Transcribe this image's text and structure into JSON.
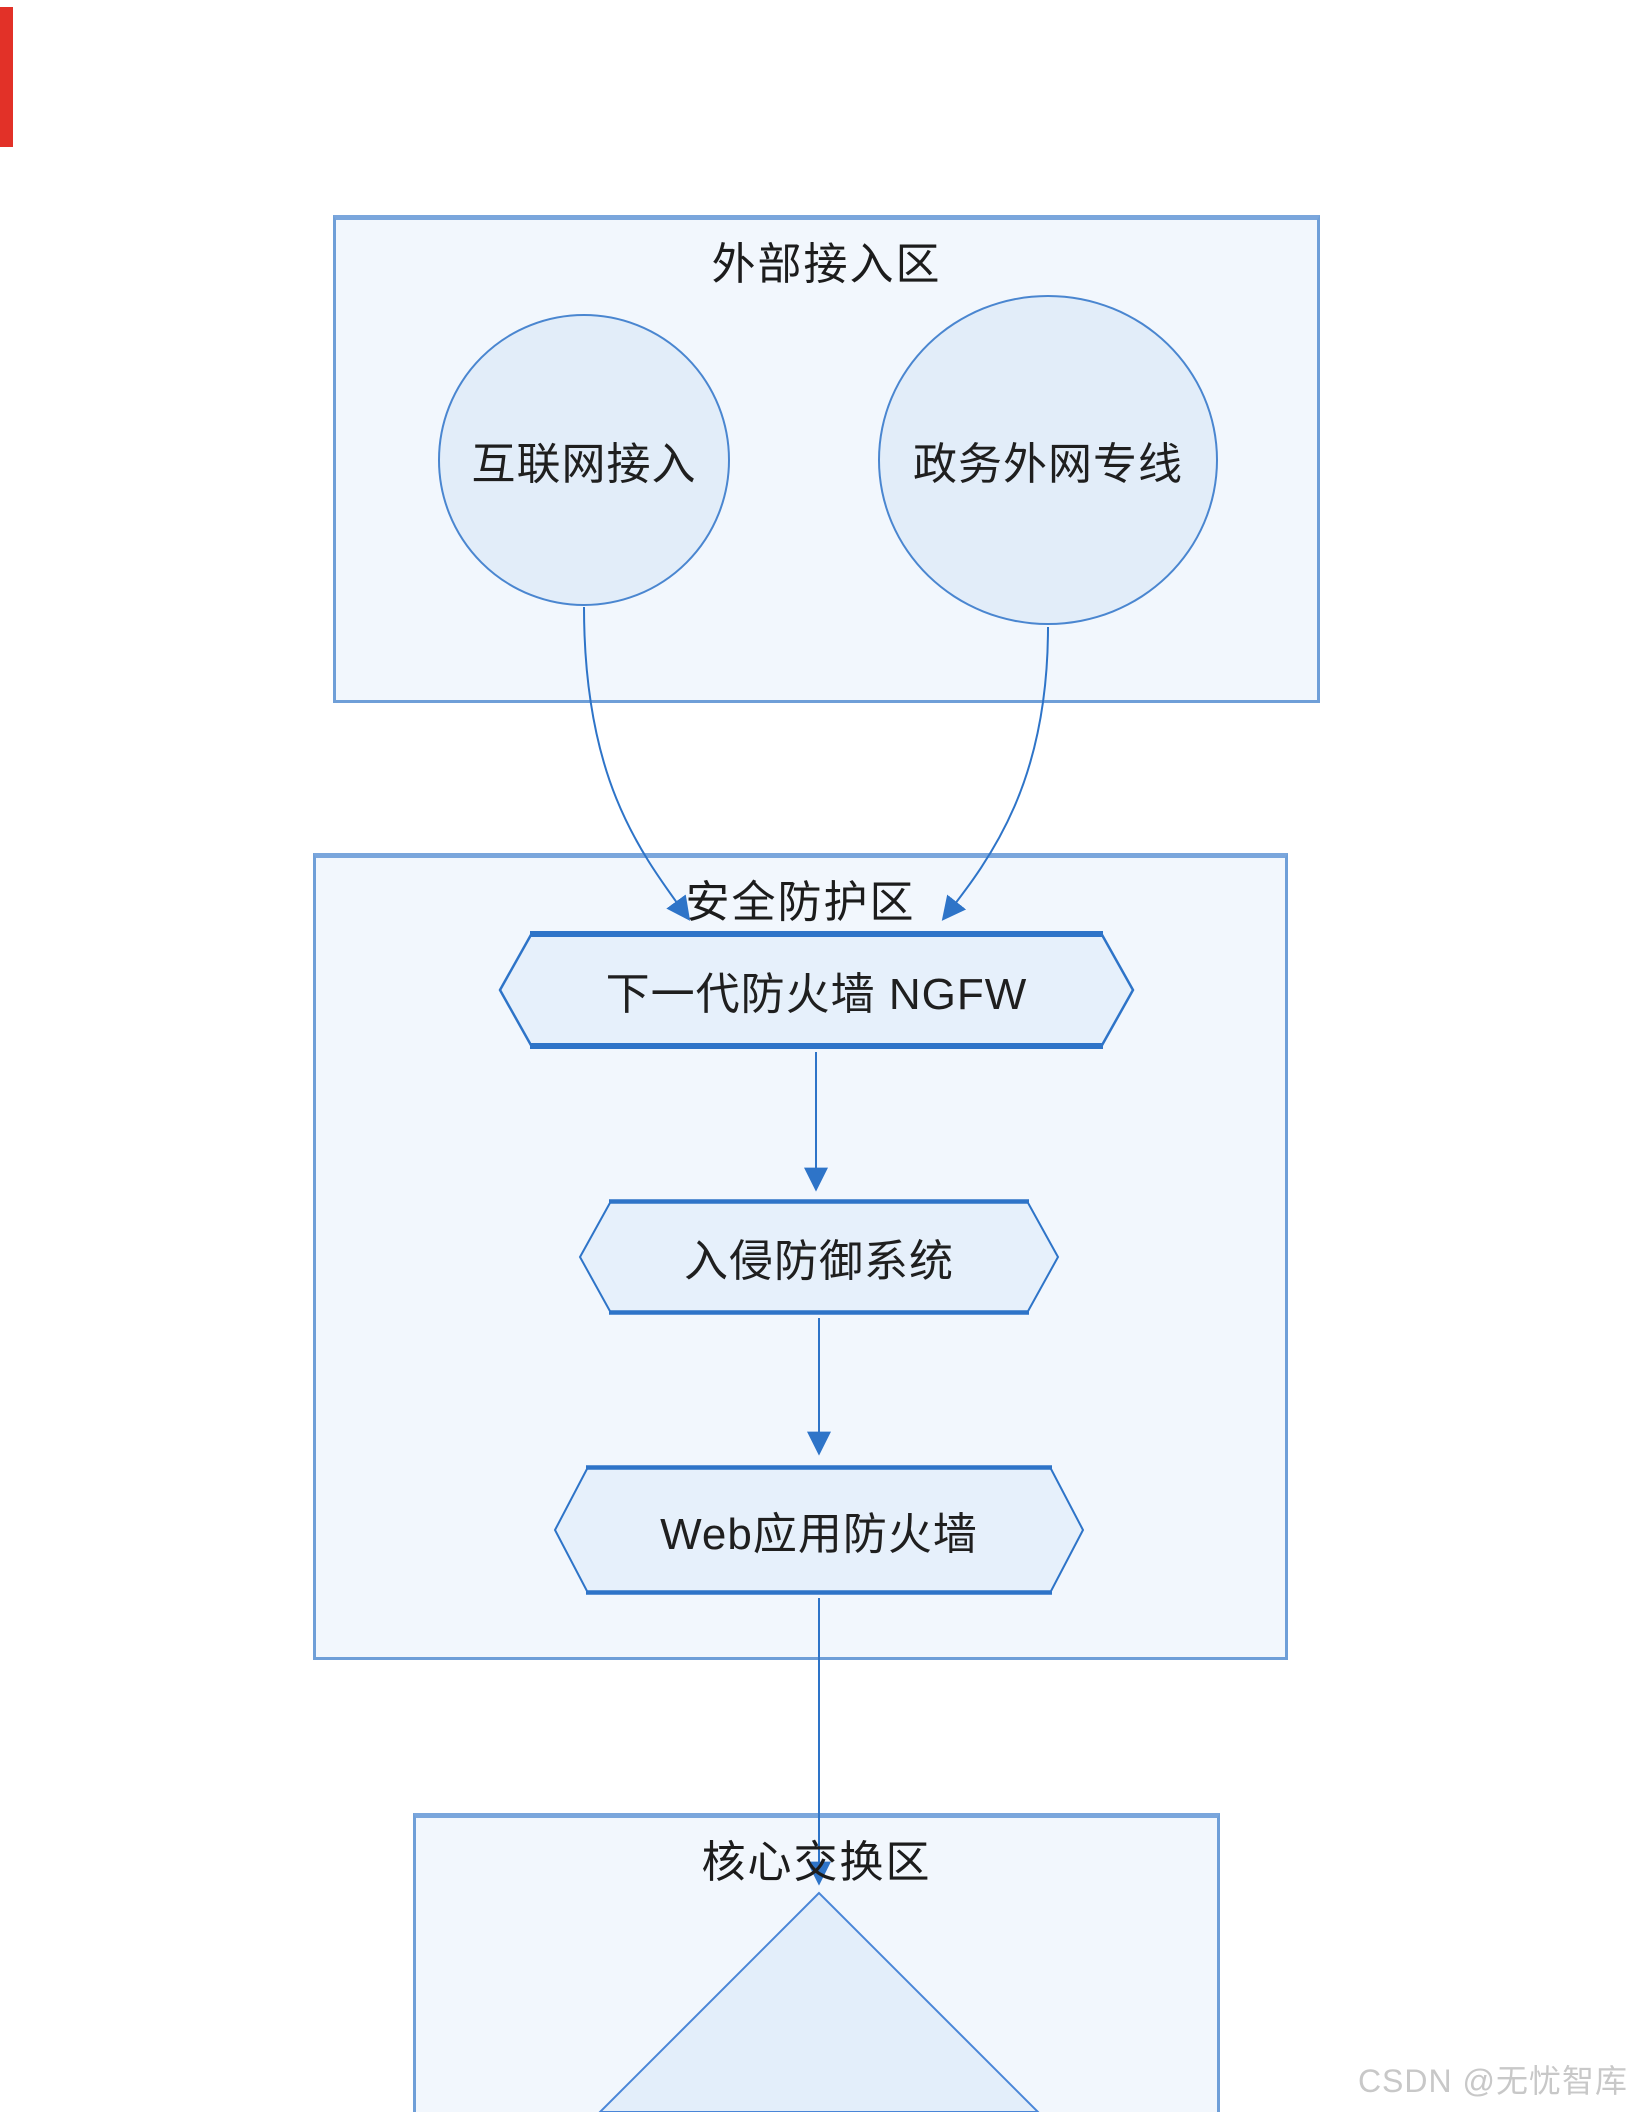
{
  "diagram": {
    "zones": {
      "external": {
        "title": "外部接入区"
      },
      "security": {
        "title": "安全防护区"
      },
      "core": {
        "title": "核心交换区"
      }
    },
    "nodes": {
      "internet": {
        "label": "互联网接入"
      },
      "gov_line": {
        "label": "政务外网专线"
      },
      "ngfw": {
        "label": "下一代防火墙 NGFW"
      },
      "ips": {
        "label": "入侵防御系统"
      },
      "waf": {
        "label": "Web应用防火墙"
      }
    },
    "colors": {
      "zone_fill": "#f2f7fd",
      "zone_border": "#6f9fd8",
      "circle_fill": "#e2edf9",
      "hexagon_fill": "#e6f0fb",
      "shape_border": "#2e74c8",
      "connector": "#2e74c8",
      "text": "#1f1f1f",
      "watermark": "#c8c8c8",
      "artifact_red": "#e23128"
    }
  },
  "watermark": {
    "text": "CSDN @无忧智库"
  }
}
